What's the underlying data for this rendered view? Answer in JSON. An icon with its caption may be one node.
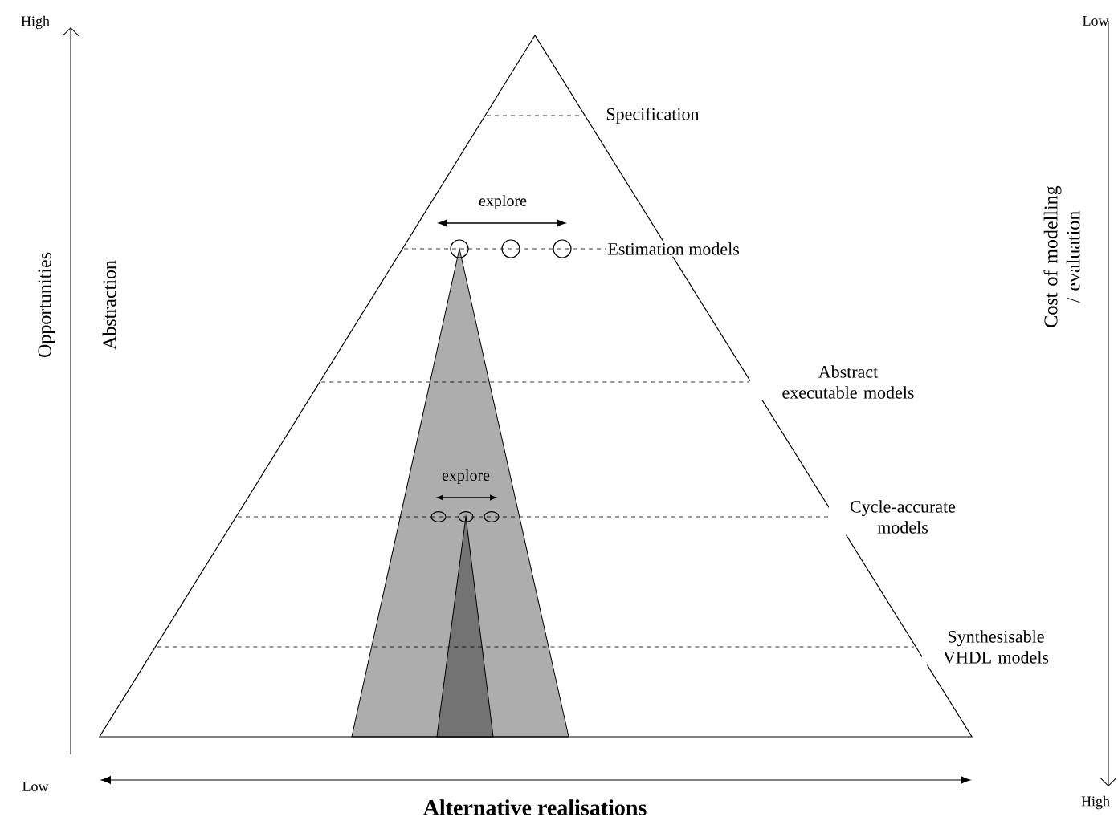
{
  "diagram": {
    "labels": [
      "High",
      "Low",
      "Specification",
      "explore",
      "Estimation models",
      "Opportunities",
      "Abstraction",
      "Cost of modelling / evaluation",
      "Abstract executable models",
      "explore",
      "Cycle-accurate models",
      "Synthesisable VHDL models",
      "Low",
      "High",
      "Alternative realisations"
    ]
  }
}
